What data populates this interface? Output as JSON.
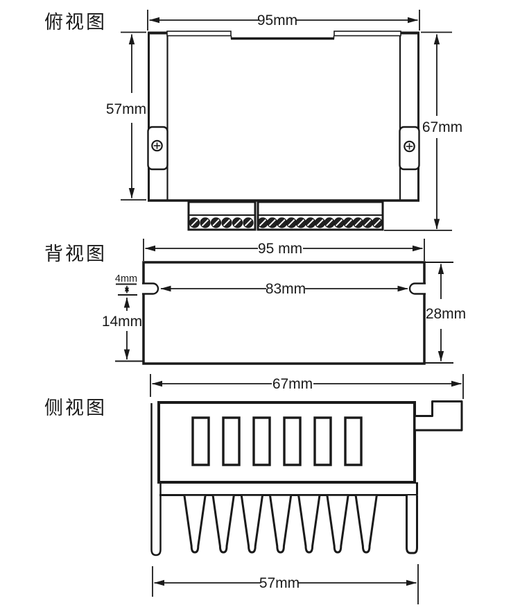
{
  "figure": {
    "type": "technical-drawing",
    "subject": "stepper-driver outline dimensions",
    "unit": "mm"
  },
  "colors": {
    "background": "#ffffff",
    "line": "#1a1a1a"
  },
  "views": {
    "top": {
      "label": "俯视图",
      "dims": {
        "width": "95mm",
        "left_height": "57mm",
        "right_height": "67mm"
      },
      "terminals": {
        "left_count": 6,
        "right_count": 13
      },
      "mounting_screws": 2
    },
    "back": {
      "label": "背视图",
      "dims": {
        "width": "95 mm",
        "slot": "4mm",
        "inner_width": "83mm",
        "left_height": "14mm",
        "right_height": "28mm"
      }
    },
    "side": {
      "label": "侧视图",
      "dims": {
        "top_width": "67mm",
        "bottom_width": "57mm"
      },
      "vents": 6,
      "fins": 7
    }
  }
}
